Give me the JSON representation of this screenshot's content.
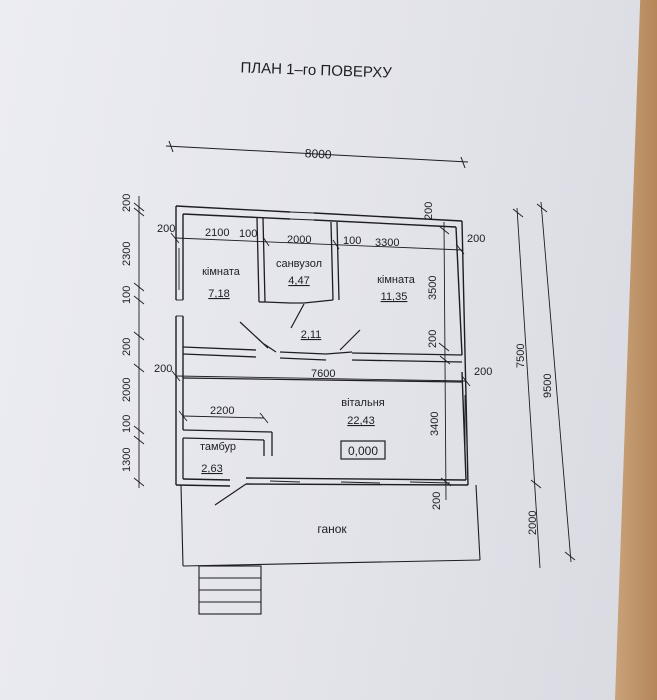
{
  "title": "ПЛАН 1–го ПОВЕРХУ",
  "dims_top": {
    "overall": "8000",
    "wall_left": "200",
    "room1": "2100",
    "wall1": "100",
    "room2": "2000",
    "wall2": "100",
    "room3": "3300",
    "wall_right": "200",
    "wall_top_right": "200"
  },
  "dims_mid": {
    "wall_left": "200",
    "span": "7600",
    "wall_right": "200",
    "tambur_width": "2200"
  },
  "dims_left": [
    "200",
    "2300",
    "100",
    "200",
    "2000",
    "100",
    "1300"
  ],
  "dims_right": {
    "room_depth": "3500",
    "wall_a": "200",
    "living_depth": "3400",
    "wall_b": "200",
    "total_house": "7500",
    "total": "9500",
    "porch": "2000"
  },
  "rooms": [
    {
      "name": "кімната",
      "area": "7,18"
    },
    {
      "name": "санвузол",
      "area": "4,47"
    },
    {
      "name": "",
      "area": "2,11"
    },
    {
      "name": "кімната",
      "area": "11,35"
    },
    {
      "name": "вітальня",
      "area": "22,43"
    },
    {
      "name": "тамбур",
      "area": "2,63"
    }
  ],
  "level_mark": "0,000",
  "porch_label": "ганок",
  "colors": {
    "ink": "#1d1d22",
    "paper": "#e8e9ef",
    "edge": "#b8895c"
  }
}
